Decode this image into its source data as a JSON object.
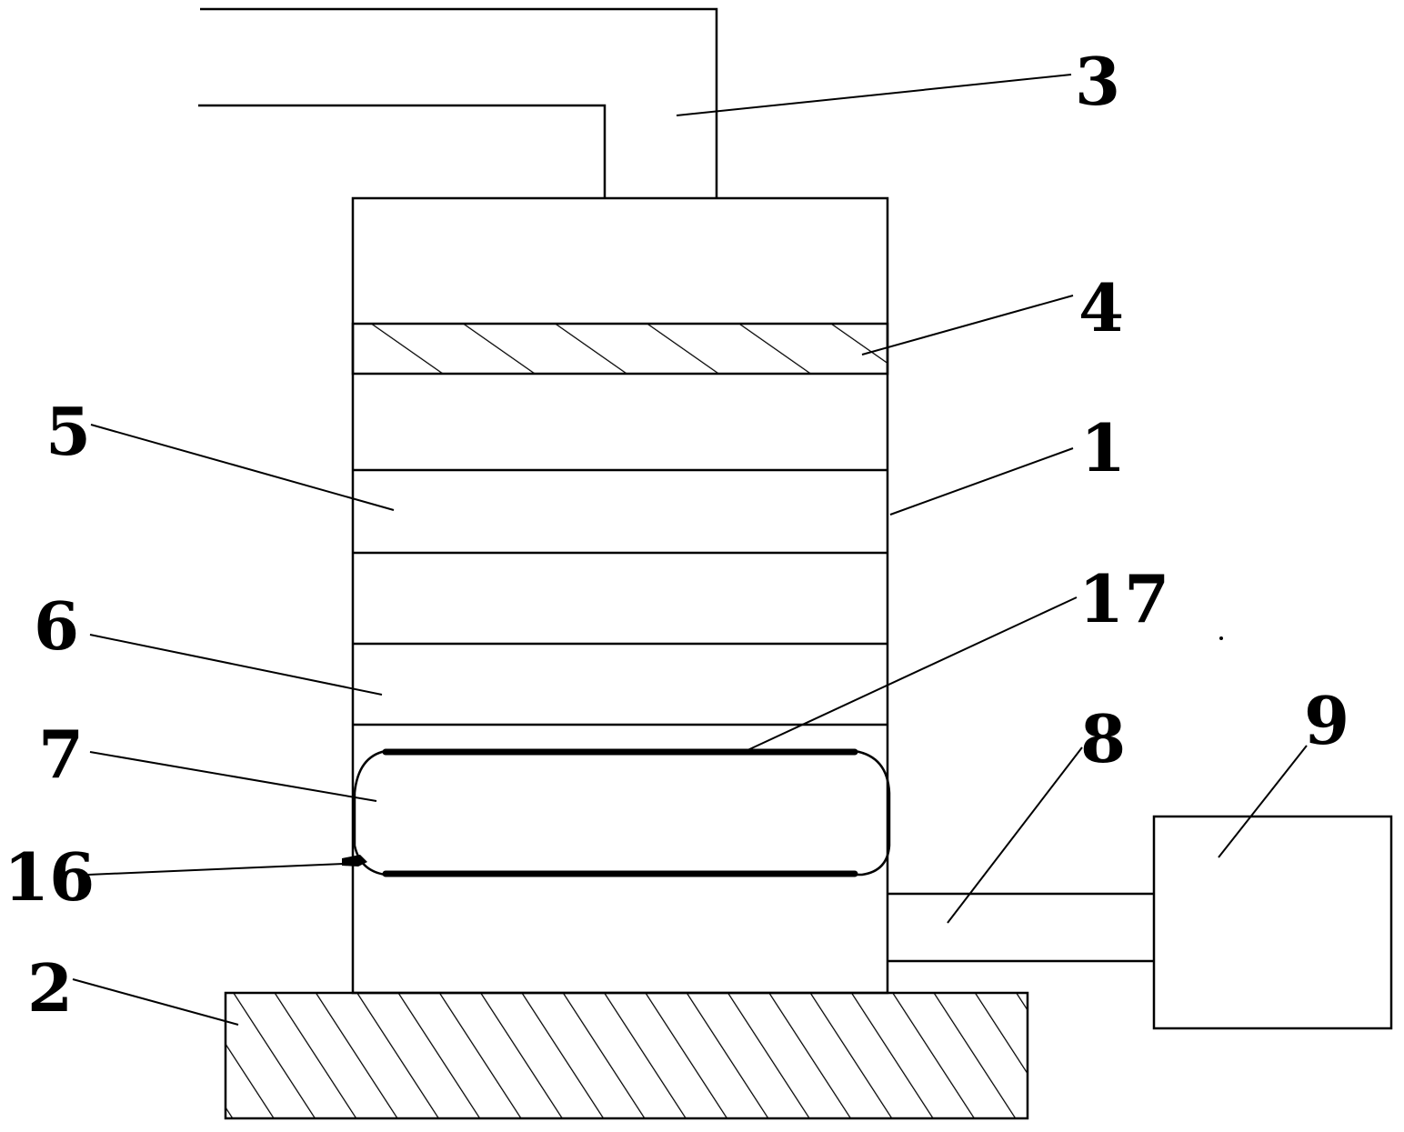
{
  "figure": {
    "colors": {
      "line": "#000000",
      "background": "#ffffff",
      "hatch": "#000000"
    },
    "labels": {
      "part_1": "1",
      "part_2": "2",
      "part_3": "3",
      "part_4": "4",
      "part_5": "5",
      "part_6": "6",
      "part_7": "7",
      "part_8": "8",
      "part_9": "9",
      "part_16": "16",
      "part_17": "17"
    }
  }
}
